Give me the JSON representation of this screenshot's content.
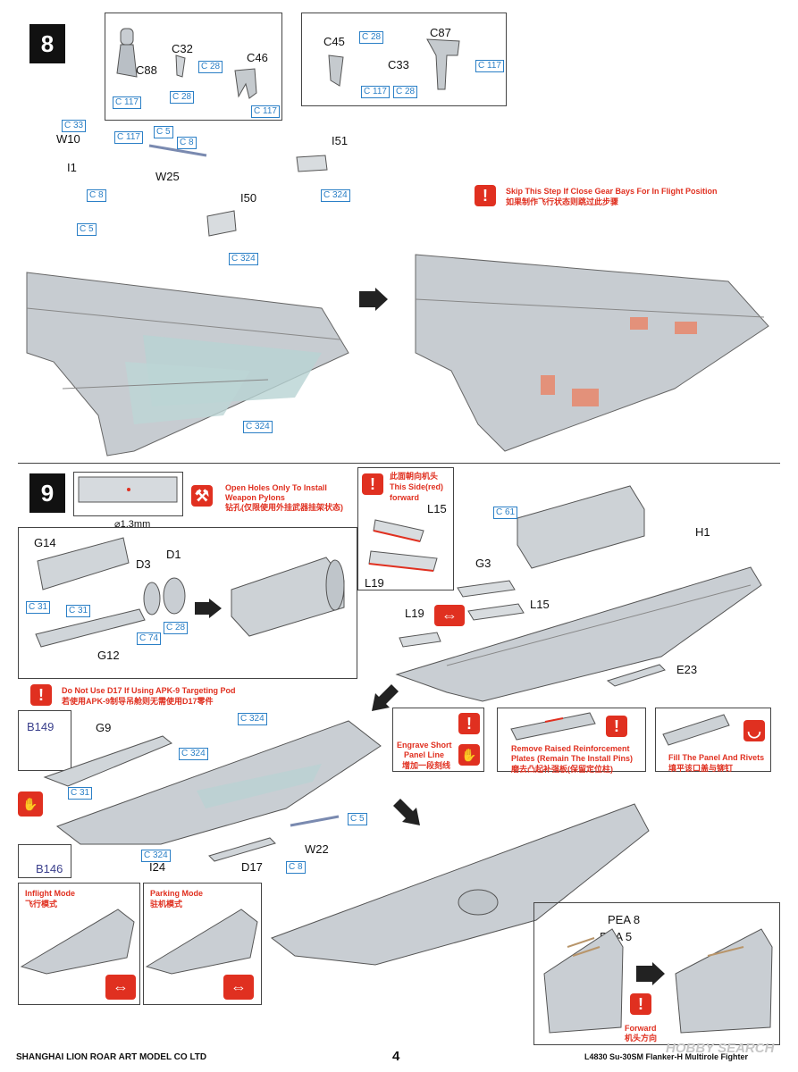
{
  "step8": {
    "number": "8",
    "warning_en": "Skip This Step If Close Gear Bays For In Flight Position",
    "warning_cn": "如果制作飞行状态则跳过此步骤",
    "parts": {
      "c88": "C88",
      "c32": "C32",
      "c46": "C46",
      "c45": "C45",
      "c33": "C33",
      "c87": "C87",
      "w10": "W10",
      "w25": "W25",
      "i1": "I1",
      "i50": "I50",
      "i51": "I51"
    },
    "colors": {
      "c117": "C 117",
      "c28": "C 28",
      "c33": "C 33",
      "c5": "C 5",
      "c8": "C 8",
      "c324": "C 324"
    }
  },
  "step9": {
    "number": "9",
    "drill_size": "⌀1.3mm",
    "drill_en": "Open Holes Only To Install Weapon Pylons",
    "drill_cn": "钻孔(仅限使用外挂武器挂架状态)",
    "forward_cn": "此面朝向机头",
    "forward_en1": "This Side(red)",
    "forward_en2": "forward",
    "d17_en": "Do Not Use D17 If Using APK-9 Targeting Pod",
    "d17_cn": "若使用APK-9制导吊舱则无需使用D17零件",
    "engrave_en1": "Engrave Short",
    "engrave_en2": "Panel Line",
    "engrave_cn": "增加一段刻线",
    "remove_en1": "Remove Raised Reinforcement",
    "remove_en2": "Plates (Remain The Install Pins)",
    "remove_cn": "磨去凸起补强板(保留定位柱)",
    "fill_en": "Fill The Panel And Rivets",
    "fill_cn": "填平该口盖与铆钉",
    "inflight_en": "Inflight Mode",
    "inflight_cn": "飞行模式",
    "parking_en": "Parking Mode",
    "parking_cn": "驻机模式",
    "forward2_en": "Forward",
    "forward2_cn": "机头方向",
    "parts": {
      "g14": "G14",
      "d3": "D3",
      "d1": "D1",
      "g12": "G12",
      "l15a": "L15",
      "l19a": "L19",
      "g3": "G3",
      "l15b": "L15",
      "l19b": "L19",
      "h1": "H1",
      "e23": "E23",
      "g9": "G9",
      "b149": "B149",
      "b146": "B146",
      "i24": "I24",
      "d17": "D17",
      "w22": "W22",
      "pea8": "PEA 8",
      "pea5": "PEA 5"
    },
    "colors": {
      "c31": "C 31",
      "c74": "C 74",
      "c28": "C 28",
      "c61": "C 61",
      "c324": "C 324",
      "c5": "C 5",
      "c8": "C 8"
    }
  },
  "footer": {
    "company": "SHANGHAI LION ROAR ART MODEL CO LTD",
    "page": "4",
    "code": "L4830 Su-30SM Flanker-H Multirole Fighter",
    "watermark": "HOBBY SEARCH"
  }
}
